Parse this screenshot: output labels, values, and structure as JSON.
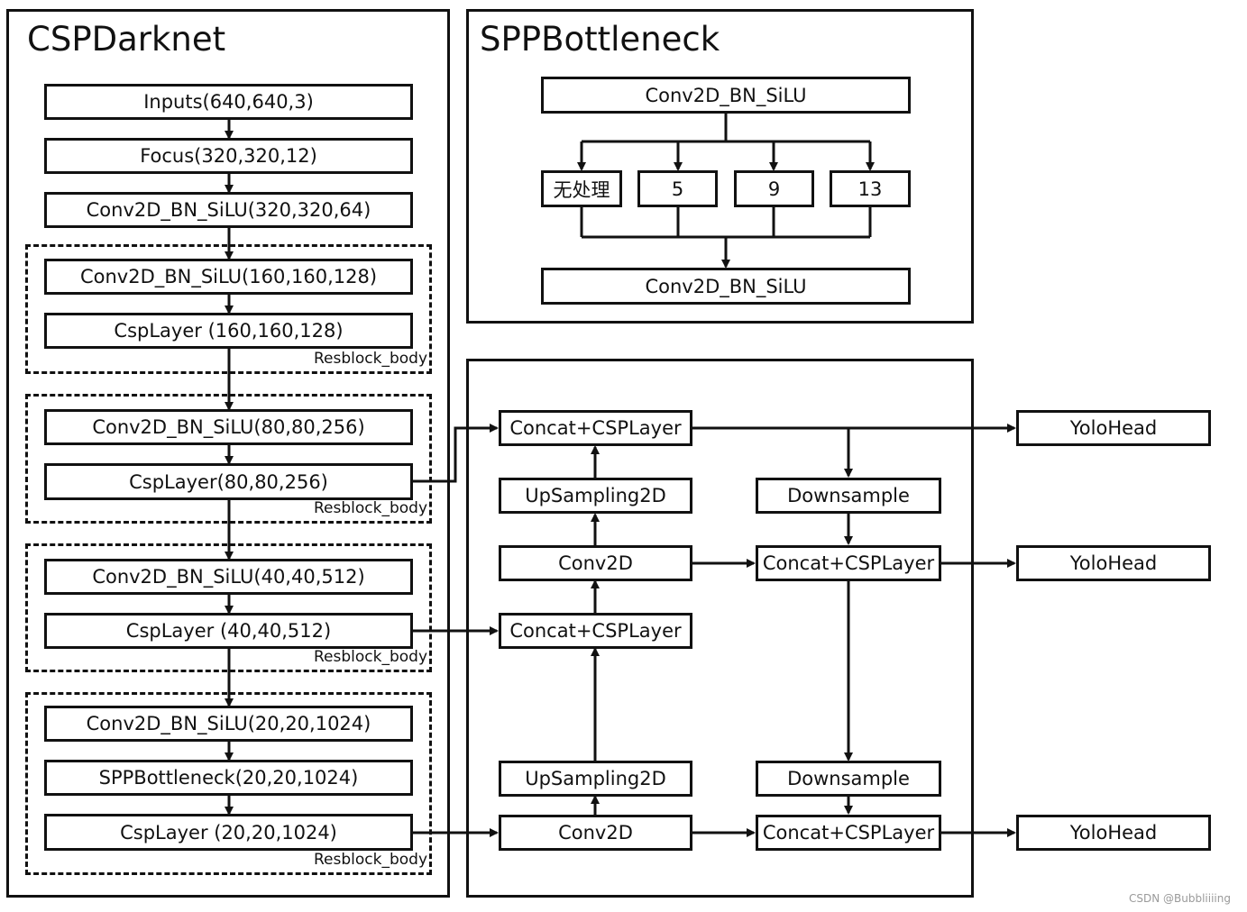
{
  "panels": {
    "csp_title": "CSPDarknet",
    "spp_title": "SPPBottleneck"
  },
  "csp": {
    "inputs": "Inputs(640,640,3)",
    "focus": "Focus(320,320,12)",
    "conv1": "Conv2D_BN_SiLU(320,320,64)",
    "block1": {
      "conv": "Conv2D_BN_SiLU(160,160,128)",
      "csp": "CspLayer (160,160,128)",
      "label": "Resblock_body"
    },
    "block2": {
      "conv": "Conv2D_BN_SiLU(80,80,256)",
      "csp": "CspLayer(80,80,256)",
      "label": "Resblock_body"
    },
    "block3": {
      "conv": "Conv2D_BN_SiLU(40,40,512)",
      "csp": "CspLayer (40,40,512)",
      "label": "Resblock_body"
    },
    "block4": {
      "conv": "Conv2D_BN_SiLU(20,20,1024)",
      "spp": "SPPBottleneck(20,20,1024)",
      "csp": "CspLayer (20,20,1024)",
      "label": "Resblock_body"
    }
  },
  "spp": {
    "top": "Conv2D_BN_SiLU",
    "branches": [
      "无处理",
      "5",
      "9",
      "13"
    ],
    "bottom": "Conv2D_BN_SiLU"
  },
  "neck": {
    "concat_top": "Concat+CSPLayer",
    "upsample_top": "UpSampling2D",
    "conv_top": "Conv2D",
    "concat_mid": "Concat+CSPLayer",
    "upsample_bottom": "UpSampling2D",
    "conv_bottom": "Conv2D",
    "downsample_top": "Downsample",
    "concat_pan_mid": "Concat+CSPLayer",
    "downsample_bottom": "Downsample",
    "concat_pan_bottom": "Concat+CSPLayer"
  },
  "heads": [
    "YoloHead",
    "YoloHead",
    "YoloHead"
  ],
  "watermark": "CSDN @Bubbliiiing"
}
